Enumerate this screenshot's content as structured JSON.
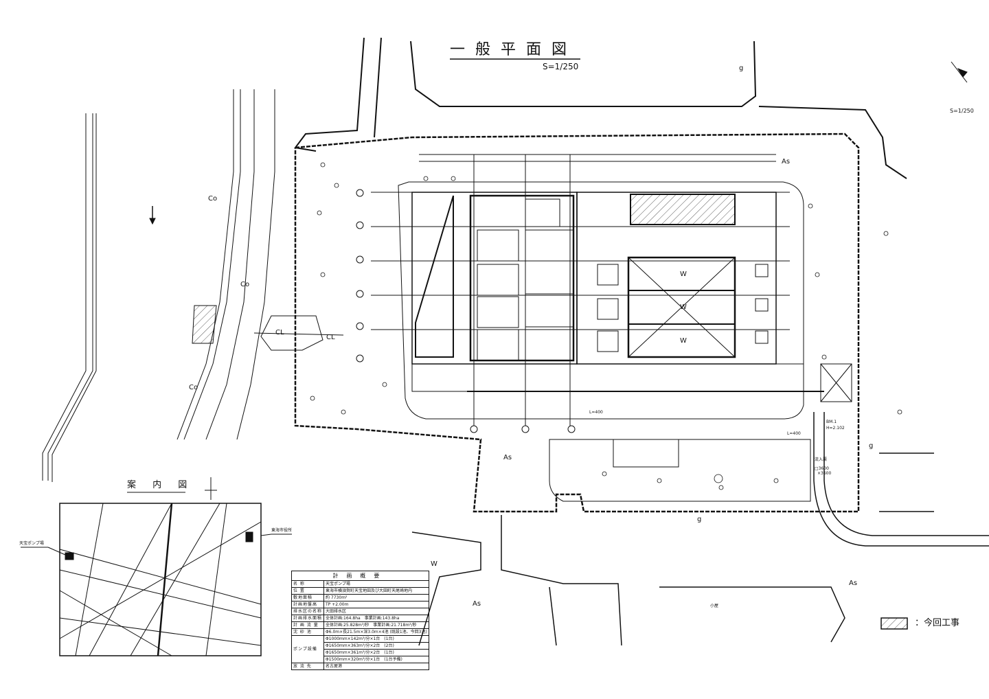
{
  "drawing": {
    "title": "一 般 平 面 図",
    "scale": "S=1/250",
    "scale_secondary": "S=1/250"
  },
  "labels": {
    "co": "Co",
    "as": "As",
    "w": "W",
    "cl": "CL",
    "g": "g",
    "l400": "L=400",
    "inflow": "流入渠",
    "inflow_size": "□3600",
    "inflow_size2": "×3600",
    "bm": "BM.1",
    "bm_height": "H=2.102",
    "hut": "小屋"
  },
  "guide_map": {
    "title": "案 内 図",
    "pump_station": "天宝ポンプ場",
    "city_hall": "東海市役所"
  },
  "summary_table": {
    "title": "計画概要",
    "rows": [
      {
        "key": "名 称",
        "value": "天宝ポンプ場"
      },
      {
        "key": "位 置",
        "value": "東海市横須賀町天宝地田及び大田町天尾崎地内"
      },
      {
        "key": "敷地面積",
        "value": "約 7730m²"
      },
      {
        "key": "計画地盤高",
        "value": "TP +2.00m"
      },
      {
        "key": "排水区の名称",
        "value": "大田排水区"
      },
      {
        "key": "計画排水面積",
        "value": "全体計画:164.8ha　事業計画:143.8ha"
      },
      {
        "key": "計 画 流 量",
        "value": "全体計画:25.828m³/秒　事業計画:21.718m³/秒"
      },
      {
        "key": "沈 砂 池",
        "value": "Φ6.0m×長21.5m×深3.0m×4池 (既設1池、今回3池)"
      }
    ],
    "pump_key": "ポンプ設備",
    "pumps": [
      "Φ1000mm×142m³/分×1台　(1台)",
      "Φ1650mm×363m³/分×2台　(2台)",
      "Φ1650mm×361m³/分×2台　(1台)",
      "Φ1500mm×320m³/分×1台　(1台予備)"
    ],
    "outfall_key": "放 流 先",
    "outfall": "名古屋港"
  },
  "legend": {
    "label": "：今回工事"
  }
}
